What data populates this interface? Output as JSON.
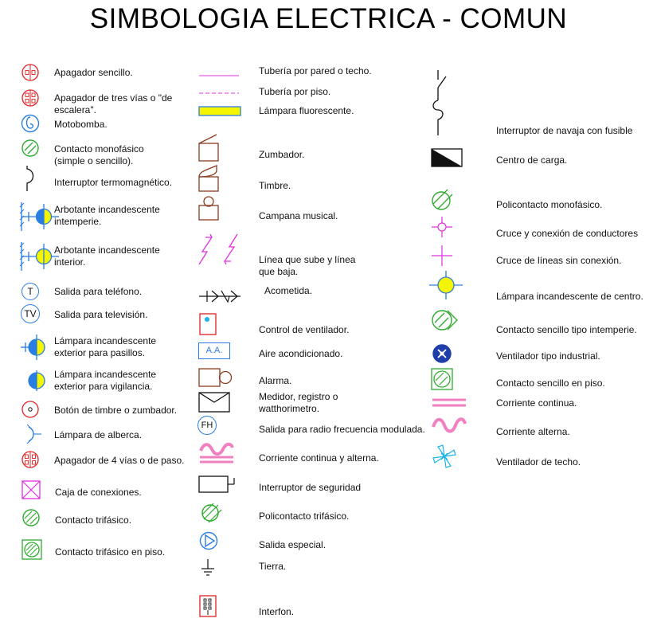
{
  "title": "SIMBOLOGIA ELECTRICA - COMUN",
  "colors": {
    "red": "#e02020",
    "blue": "#2a7de1",
    "green": "#2eab2e",
    "brown": "#8b3a1e",
    "magenta": "#e030e0",
    "pink": "#f080c0",
    "yellow": "#f5f500",
    "black": "#111111",
    "cyan": "#1eb3e6"
  },
  "col1": [
    {
      "icon": "apagador-sencillo-icon",
      "label": "Apagador sencillo."
    },
    {
      "icon": "apagador-tres-vias-icon",
      "label": "Apagador de tres vías o \"de\nescalera\"."
    },
    {
      "icon": "motobomba-icon",
      "label": "Motobomba."
    },
    {
      "icon": "contacto-monofasico-icon",
      "label": "Contacto monofásico\n(simple o sencillo)."
    },
    {
      "icon": "interruptor-termomagnetico-icon",
      "label": "Interruptor termomagnético."
    },
    {
      "icon": "arbotante-intemperie-icon",
      "label": "Arbotante incandescente\nintemperie."
    },
    {
      "icon": "arbotante-interior-icon",
      "label": "Arbotante incandescente\ninterior."
    },
    {
      "icon": "salida-telefono-icon",
      "label": "Salida para teléfono.",
      "glyph": "T"
    },
    {
      "icon": "salida-television-icon",
      "label": "Salida para televisión.",
      "glyph": "TV"
    },
    {
      "icon": "lampara-pasillos-icon",
      "label": "Lámpara incandescente\nexterior para pasillos."
    },
    {
      "icon": "lampara-vigilancia-icon",
      "label": "Lámpara incandescente\nexterior para vigilancia."
    },
    {
      "icon": "boton-timbre-icon",
      "label": "Botón de timbre o zumbador."
    },
    {
      "icon": "lampara-alberca-icon",
      "label": "Lámpara de alberca."
    },
    {
      "icon": "apagador-cuatro-vias-icon",
      "label": "Apagador de 4 vías o de paso."
    },
    {
      "icon": "caja-conexiones-icon",
      "label": "Caja de conexiones."
    },
    {
      "icon": "contacto-trifasico-icon",
      "label": "Contacto trifásico."
    },
    {
      "icon": "contacto-trifasico-piso-icon",
      "label": "Contacto trifásico en piso."
    }
  ],
  "col2": [
    {
      "icon": "tuberia-pared-icon",
      "label": "Tubería por pared o techo."
    },
    {
      "icon": "tuberia-piso-icon",
      "label": "Tubería por piso."
    },
    {
      "icon": "lampara-fluorescente-icon",
      "label": "Lámpara fluorescente."
    },
    {
      "icon": "zumbador-icon",
      "label": "Zumbador."
    },
    {
      "icon": "timbre-icon",
      "label": "Timbre."
    },
    {
      "icon": "campana-musical-icon",
      "label": "Campana musical."
    },
    {
      "icon": "linea-sube-baja-icon",
      "label": "Línea que sube y línea\n que baja."
    },
    {
      "icon": "acometida-icon",
      "label": "Acometida."
    },
    {
      "icon": "control-ventilador-icon",
      "label": "Control de ventilador."
    },
    {
      "icon": "aire-acondicionado-icon",
      "label": "Aire acondicionado.",
      "glyph": "A.A."
    },
    {
      "icon": "alarma-icon",
      "label": "Alarma."
    },
    {
      "icon": "medidor-icon",
      "label": "Medidor, registro o\nwatthorimetro."
    },
    {
      "icon": "salida-radio-fm-icon",
      "label": "Salida para radio frecuencia modulada.",
      "glyph": "FH"
    },
    {
      "icon": "corriente-continua-alterna-icon",
      "label": "Corriente continua y alterna."
    },
    {
      "icon": "interruptor-seguridad-icon",
      "label": "Interruptor de seguridad"
    },
    {
      "icon": "policontacto-trifasico-icon",
      "label": "Policontacto trifásico."
    },
    {
      "icon": "salida-especial-icon",
      "label": "Salida especial."
    },
    {
      "icon": "tierra-icon",
      "label": "Tierra."
    },
    {
      "icon": "interfon-icon",
      "label": "Interfon."
    }
  ],
  "col3": [
    {
      "icon": "interruptor-navaja-fusible-icon",
      "label": "Interruptor de navaja con fusible"
    },
    {
      "icon": "centro-carga-icon",
      "label": "Centro de carga."
    },
    {
      "icon": "policontacto-monofasico-icon",
      "label": "Policontacto monofásico."
    },
    {
      "icon": "cruce-conexion-icon",
      "label": "Cruce y conexión de conductores"
    },
    {
      "icon": "cruce-sin-conexion-icon",
      "label": "Cruce de líneas sin conexión."
    },
    {
      "icon": "lampara-centro-icon",
      "label": "Lámpara incandescente de centro."
    },
    {
      "icon": "contacto-intemperie-icon",
      "label": "Contacto sencillo tipo intemperie."
    },
    {
      "icon": "ventilador-industrial-icon",
      "label": "Ventilador tipo industrial."
    },
    {
      "icon": "contacto-piso-icon",
      "label": "Contacto sencillo en piso."
    },
    {
      "icon": "corriente-continua-icon",
      "label": "Corriente continua."
    },
    {
      "icon": "corriente-alterna-icon",
      "label": "Corriente alterna."
    },
    {
      "icon": "ventilador-techo-icon",
      "label": "Ventilador de techo."
    }
  ]
}
